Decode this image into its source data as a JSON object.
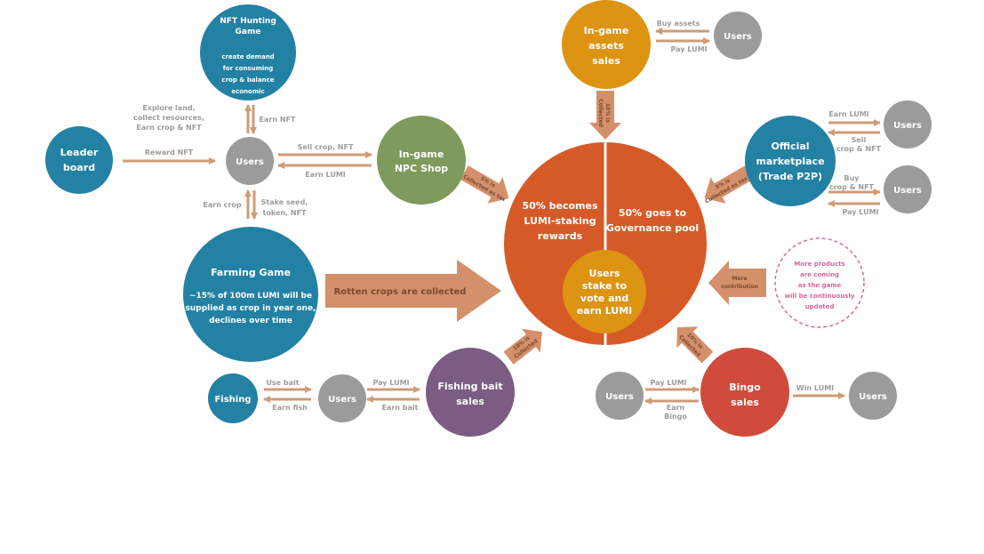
{
  "colors": {
    "teal": "#2381a3",
    "olive": "#7e9a5c",
    "orange_center": "#d65a28",
    "yellow": "#dd9413",
    "purple": "#7c5c82",
    "red": "#d04b3b",
    "grey": "#9b9b9b",
    "arrow": "#d4906a",
    "pink_dashed": "#d36a9c"
  },
  "nodes": {
    "nft_hunting": {
      "line1": "NFT Hunting",
      "line2": "Game",
      "desc1": "create demand",
      "desc2": "for consuming",
      "desc3": "crop & balance",
      "desc4": "economic"
    },
    "leader_board": {
      "line1": "Leader",
      "line2": "board"
    },
    "users_main": "Users",
    "npc_shop": {
      "line1": "In-game",
      "line2": "NPC Shop"
    },
    "farming": {
      "title": "Farming Game",
      "line1": "~15% of 100m LUMI will be",
      "line2": "supplied as crop in year one,",
      "line3": "declines over time"
    },
    "fishing": "Fishing",
    "users_fishing": "Users",
    "fishing_bait": {
      "line1": "Fishing bait",
      "line2": "sales"
    },
    "ingame_assets": {
      "line1": "In-game",
      "line2": "assets",
      "line3": "sales"
    },
    "users_assets": "Users",
    "marketplace": {
      "line1": "Official",
      "line2": "marketplace",
      "line3": "(Trade P2P)"
    },
    "users_market_top": "Users",
    "users_market_bottom": "Users",
    "bingo": {
      "line1": "Bingo",
      "line2": "sales"
    },
    "users_bingo_left": "Users",
    "users_bingo_right": "Users",
    "center_left": {
      "line1": "50% becomes",
      "line2": "LUMI-staking",
      "line3": "rewards"
    },
    "center_right": {
      "line1": "50% goes to",
      "line2": "Governance pool"
    },
    "center_inner": {
      "line1": "Users",
      "line2": "stake to",
      "line3": "vote and",
      "line4": "earn LUMI"
    },
    "more_products": {
      "line1": "More products",
      "line2": "are coming",
      "line3": "as the game",
      "line4": "will be continuously",
      "line5": "updated"
    }
  },
  "edge_labels": {
    "explore_1": "Explore land,",
    "explore_2": "collect resources,",
    "explore_3": "Earn crop & NFT",
    "earn_nft": "Earn NFT",
    "reward_nft": "Reward NFT",
    "sell_crop_nft": "Sell crop, NFT",
    "earn_lumi_npc": "Earn LUMI",
    "earn_crop": "Earn crop",
    "stake_1": "Stake seed,",
    "stake_2": "token, NFT",
    "use_bait": "Use bait",
    "earn_fish": "Earn fish",
    "pay_lumi_bait": "Pay LUMI",
    "earn_bait": "Earn bait",
    "buy_assets": "Buy assets",
    "pay_lumi_assets": "Pay LUMI",
    "earn_lumi_market": "Earn LUMI",
    "sell_1": "Sell",
    "sell_2": "crop & NFT",
    "buy_1": "Buy",
    "buy_2": "crop & NFT",
    "pay_lumi_market": "Pay LUMI",
    "pay_lumi_bingo": "Pay LUMI",
    "earn_bingo_1": "Earn",
    "earn_bingo_2": "Bingo",
    "win_lumi": "Win LUMI"
  },
  "arrow_labels": {
    "rotten": "Rotten crops are collected",
    "npc_fee_1": "5% is",
    "npc_fee_2": "Collected as tax",
    "assets_fee_1": "10% is",
    "assets_fee_2": "Collected",
    "market_fee_1": "5% is",
    "market_fee_2": "Collected as tax",
    "bait_fee_1": "10% is",
    "bait_fee_2": "Collected",
    "bingo_fee_1": "10% is",
    "bingo_fee_2": "Collected",
    "more_contrib_1": "More",
    "more_contrib_2": "contribution"
  }
}
